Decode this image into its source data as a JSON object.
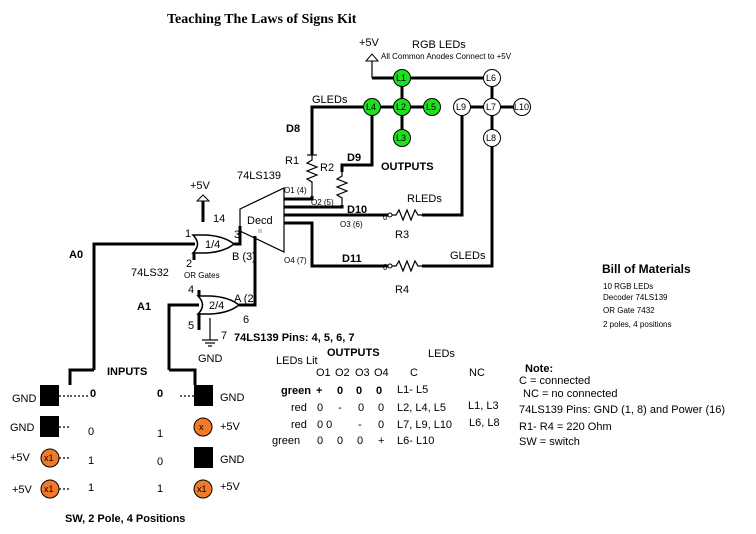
{
  "title": "Teaching The Laws of Signs Kit",
  "power": {
    "vcc": "+5V",
    "rgb_label": "RGB LEDs",
    "anodes_note": "All Common Anodes Connect to +5V",
    "gate_vcc": "+5V",
    "gnd": "GND"
  },
  "leds": {
    "L1": "L1",
    "L2": "L2",
    "L3": "L3",
    "L4": "L4",
    "L5": "L5",
    "L6": "L6",
    "L7": "L7",
    "L8": "L8",
    "L9": "L9",
    "L10": "L10"
  },
  "labels": {
    "gleds_top": "GLEDs",
    "d8": "D8",
    "d9": "D9",
    "d10": "D10",
    "d11": "D11",
    "r1": "R1",
    "r2": "R2",
    "r3": "R3",
    "r4": "R4",
    "outputs": "OUTPUTS",
    "rleds": "RLEDs",
    "gleds_bottom": "GLEDs",
    "o1": "O1 (4)",
    "o2": "O2 (5)",
    "o3": "O3 (6)",
    "o4": "O4 (7)",
    "zero_a": "0",
    "zero_b": "0",
    "zero_c": "0",
    "decoder_chip": "74LS139",
    "decoder_box": "Decd",
    "pin14": "14",
    "pin1": "1",
    "pin2": "2",
    "pin3": "3",
    "pin4": "4",
    "pin5": "5",
    "pin6": "6",
    "pin7": "7",
    "gate1": "1/4",
    "gate2": "2/4",
    "b_in": "B (3)",
    "a_in": "A (2)",
    "or_chip": "74LS32",
    "or_gates": "OR Gates",
    "a0": "A0",
    "a1": "A1",
    "gnd_gate": "GND",
    "pins_line": "74LS139 Pins: 4,   5,    6,     7"
  },
  "inputs": {
    "title": "INPUTS",
    "col_a_head": "0",
    "col_b_head": "0",
    "rows": [
      {
        "left_label": "GND",
        "left_led": "",
        "a": "0",
        "right_led": "",
        "b": "",
        "right_label": "GND"
      },
      {
        "left_label": "GND",
        "left_led": "",
        "a": "0",
        "right_led": "x",
        "b": "1",
        "right_label": "+5V"
      },
      {
        "left_label": "+5V",
        "left_led": "x1",
        "a": "1",
        "right_led": "",
        "b": "0",
        "right_label": "GND"
      },
      {
        "left_label": "+5V",
        "left_led": "x1",
        "a": "1",
        "right_led": "x1",
        "b": "1",
        "right_label": "+5V"
      }
    ],
    "switch_note": "SW, 2 Pole, 4 Positions"
  },
  "table": {
    "leds_lit": "LEDs Lit",
    "outputs": "OUTPUTS",
    "leds": "LEDs",
    "headers": [
      "O1",
      "O2",
      "O3",
      "O4",
      "C",
      "NC"
    ],
    "rows": [
      {
        "color": "green",
        "o1": "+",
        "o2": "0",
        "o3": "0",
        "o4": "0",
        "c": "L1- L5",
        "nc": ""
      },
      {
        "color": "red",
        "o1": "0",
        "o2": "-",
        "o3": "0",
        "o4": "0",
        "c": "L2, L4, L5",
        "nc": "L1, L3"
      },
      {
        "color": "red",
        "o1": "0 0",
        "o2": "",
        "o3": "-",
        "o4": "0",
        "c": "L7, L9, L10",
        "nc": "L6, L8"
      },
      {
        "color": "green",
        "o1": "0",
        "o2": "0",
        "o3": "0",
        "o4": "+",
        "c": "L6- L10",
        "nc": ""
      }
    ]
  },
  "bom": {
    "title": "Bill of Materials",
    "items": [
      "10 RGB LEDs",
      "Decoder 74LS139",
      "OR Gate 7432",
      "2 poles, 4 positions"
    ]
  },
  "note": {
    "title": "Note:",
    "lines": [
      "C = connected",
      "NC = no connected",
      "74LS139 Pins: GND (1, 8) and Power (16)",
      "R1- R4 = 220 Ohm",
      "SW = switch"
    ]
  },
  "colors": {
    "led_green": "#1ee01e",
    "led_white": "#ffffff",
    "led_orange": "#f07a28",
    "wire": "#000000"
  }
}
